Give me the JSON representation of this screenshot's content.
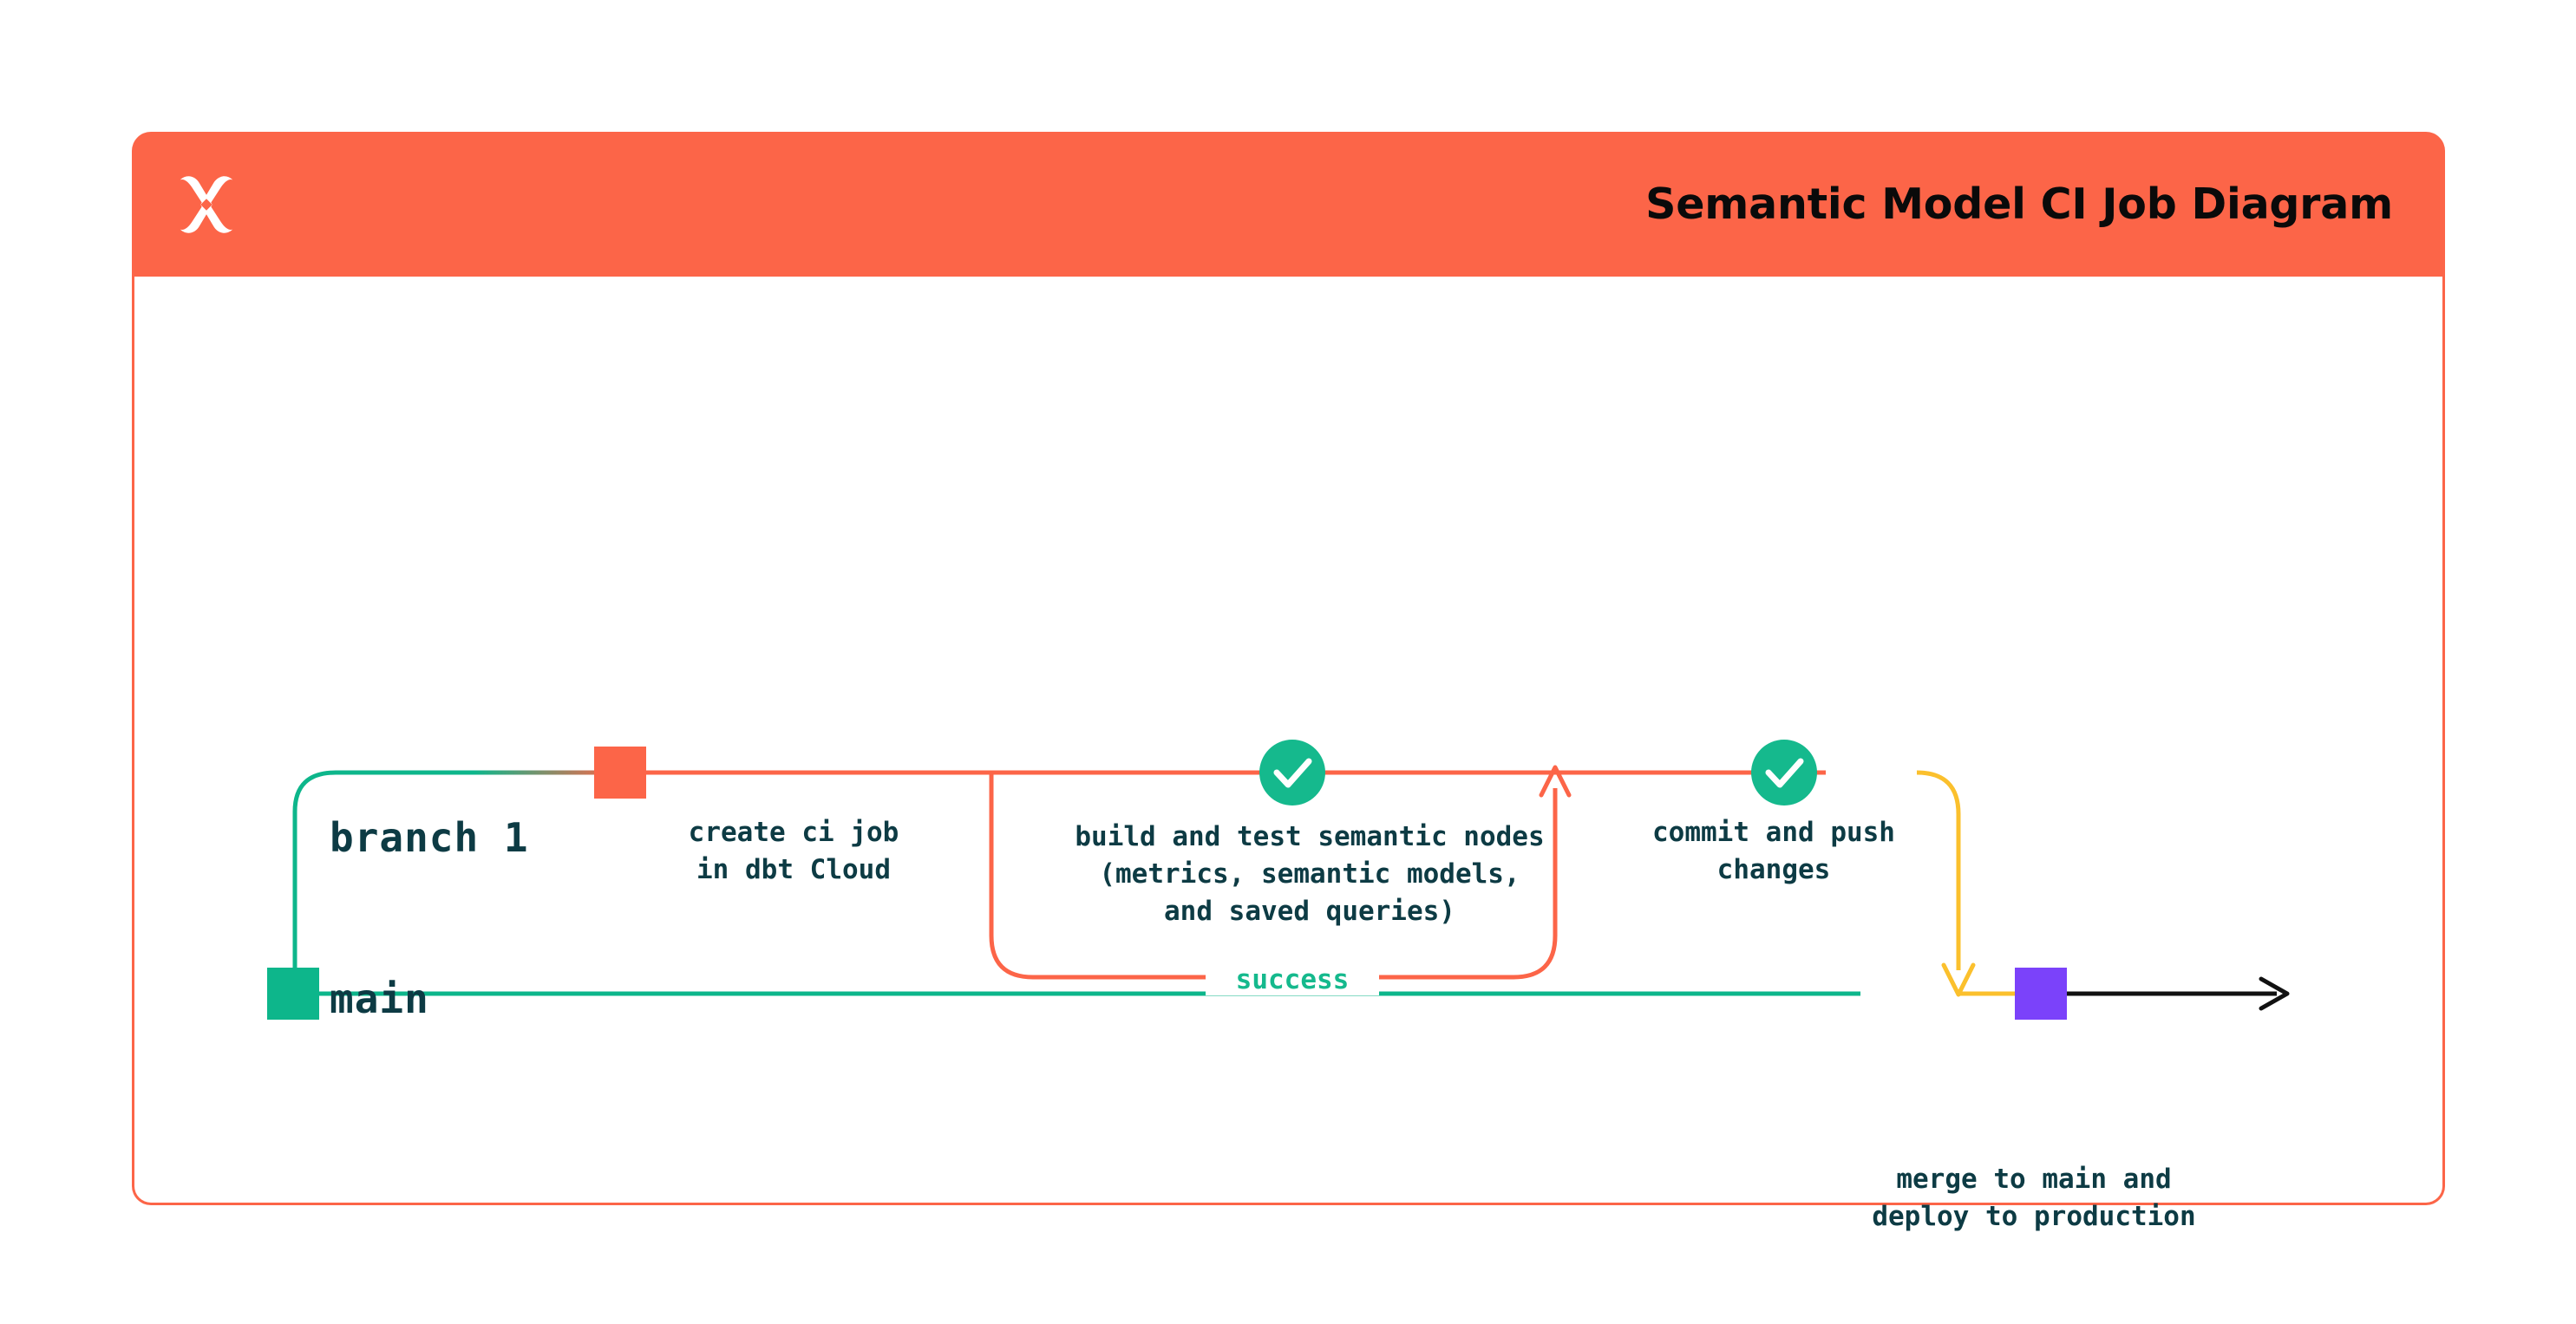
{
  "card": {
    "title": "Semantic Model CI Job Diagram",
    "logo_icon": "dbt-x-logo-icon"
  },
  "colors": {
    "brand_orange": "#FC6548",
    "branch_green": "#0DB68B",
    "check_green": "#15B98D",
    "merge_yellow": "#FBC02D",
    "merge_purple": "#7B42FA",
    "text_navy": "#0D3B44",
    "arrow_black": "#111111",
    "card_background": "#FFFFFF"
  },
  "diagram": {
    "type": "git-branch-flow",
    "lanes": [
      {
        "id": "branch1",
        "label": "branch 1",
        "color": "#FC6548"
      },
      {
        "id": "main",
        "label": "main",
        "color": "#0DB68B"
      }
    ],
    "nodes": [
      {
        "id": "create-ci-job",
        "lane": "branch1",
        "marker": "square",
        "marker_color": "#FC6548",
        "caption": "create ci job\nin dbt Cloud"
      },
      {
        "id": "build-and-test",
        "lane": "branch1",
        "marker": "check-circle",
        "marker_color": "#15B98D",
        "caption": "build and test semantic nodes\n(metrics, semantic models,\nand saved queries)"
      },
      {
        "id": "commit-and-push",
        "lane": "branch1",
        "marker": "check-circle",
        "marker_color": "#15B98D",
        "caption": "commit and push\nchanges"
      },
      {
        "id": "merge-to-main",
        "lane": "main",
        "marker": "square",
        "marker_color": "#7B42FA",
        "caption": "merge to main and\ndeploy to production"
      },
      {
        "id": "main-start",
        "lane": "main",
        "marker": "square",
        "marker_color": "#0DB68B",
        "caption": ""
      }
    ],
    "edges": [
      {
        "id": "branch-out",
        "from": "main-start",
        "to": "create-ci-job",
        "color_from": "#0DB68B",
        "color_to": "#FC6548"
      },
      {
        "id": "retry-loop",
        "from": "build-and-test",
        "to": "build-and-test",
        "label": "success",
        "label_color": "#15B98D",
        "color": "#FC6548",
        "arrow": "up"
      },
      {
        "id": "merge-down",
        "from": "commit-and-push",
        "to": "merge-to-main",
        "color": "#FBC02D",
        "arrow": "down"
      },
      {
        "id": "main-continue",
        "from": "merge-to-main",
        "to": null,
        "color": "#111111",
        "arrow": "right"
      }
    ],
    "loop_label": "success"
  }
}
